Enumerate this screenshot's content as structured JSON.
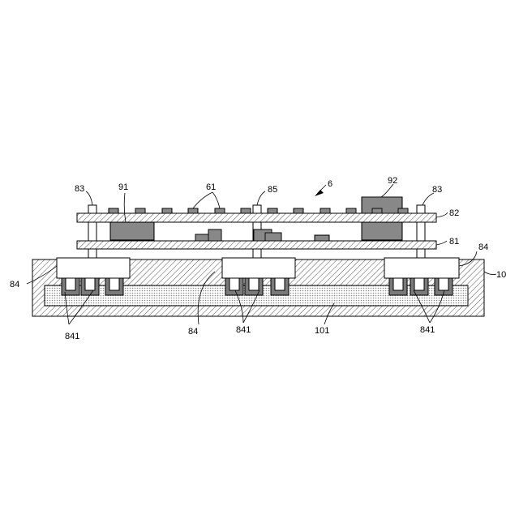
{
  "labels": {
    "assembly": "6",
    "components": "61",
    "via_left": "83",
    "via_right": "83",
    "via_center": "85",
    "upper_board": "82",
    "lower_board": "81",
    "heat_block_left": "91",
    "heat_block_right": "92",
    "housing": "10",
    "cavity": "101",
    "connector_left": "84",
    "connector_center": "84",
    "connector_right": "84",
    "pins_left": "841",
    "pins_center": "841",
    "pins_right": "841"
  },
  "colors": {
    "line": "#000000",
    "hatch": "#555555",
    "dot": "#9a9a9a",
    "dark_fill": "#7a7a7a",
    "white": "#ffffff"
  }
}
